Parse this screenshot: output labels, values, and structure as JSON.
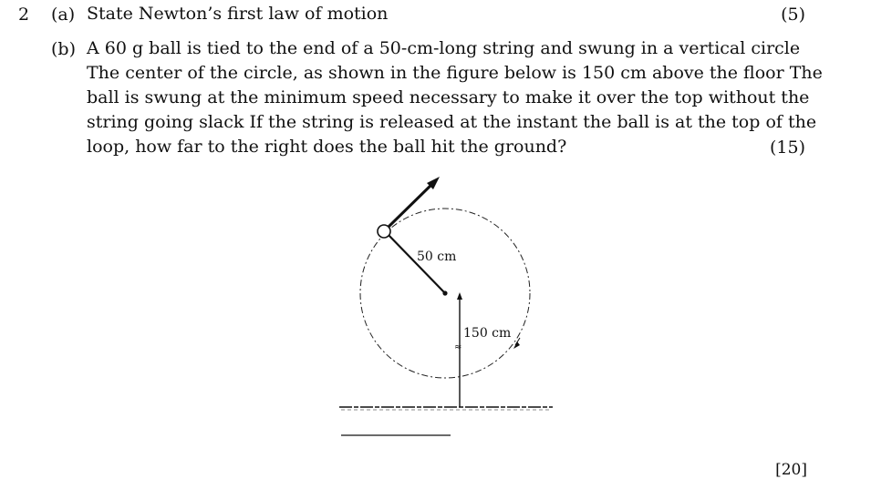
{
  "question": {
    "number": "2",
    "part_a": {
      "label": "(a)",
      "text": "State Newton’s first law of motion",
      "marks": "(5)"
    },
    "part_b": {
      "label": "(b)",
      "lines": [
        "A 60 g ball is tied to the end of a 50-cm-long string and swung in a vertical circle",
        "The center of the circle, as shown in the figure below is 150 cm above the floor  The",
        "ball is swung at the minimum speed necessary to make it over the top without the",
        "string going slack  If the string is released at the instant the ball is at the top of the",
        "loop, how far to the right does the ball hit the ground?"
      ],
      "marks": "(15)"
    },
    "total": "[20]"
  },
  "figure": {
    "radius_label": "50 cm",
    "height_label": "150 cm"
  }
}
